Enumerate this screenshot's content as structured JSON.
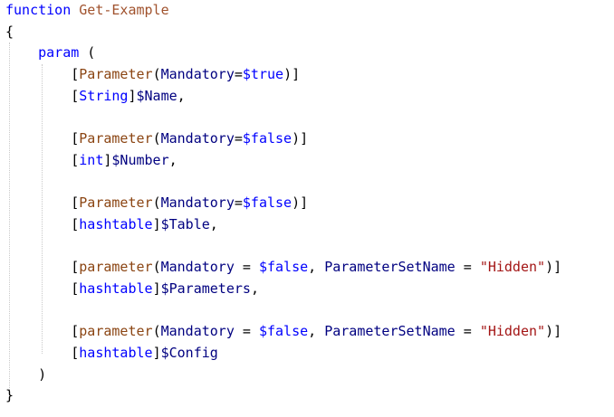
{
  "colors": {
    "keyword": "#0000ff",
    "function_name": "#a0522d",
    "punctuation": "#000000",
    "attribute": "#8b4513",
    "parameter_name": "#000080",
    "variable": "#0000ff",
    "type": "#0000ff",
    "string": "#a31515",
    "identifier": "#000080",
    "indent_guide": "#c9c9c9",
    "background": "#ffffff"
  },
  "code_lines": [
    {
      "indent": "",
      "tokens": [
        {
          "text": "function",
          "kind": "keyword"
        },
        {
          "text": " ",
          "kind": "punctuation"
        },
        {
          "text": "Get-Example",
          "kind": "function_name"
        }
      ]
    },
    {
      "indent": "",
      "tokens": [
        {
          "text": "{",
          "kind": "punctuation"
        }
      ]
    },
    {
      "indent": "    ",
      "tokens": [
        {
          "text": "param",
          "kind": "keyword"
        },
        {
          "text": " (",
          "kind": "punctuation"
        }
      ]
    },
    {
      "indent": "        ",
      "tokens": [
        {
          "text": "[",
          "kind": "punctuation"
        },
        {
          "text": "Parameter",
          "kind": "attribute"
        },
        {
          "text": "(",
          "kind": "punctuation"
        },
        {
          "text": "Mandatory",
          "kind": "parameter_name"
        },
        {
          "text": "=",
          "kind": "punctuation"
        },
        {
          "text": "$true",
          "kind": "variable"
        },
        {
          "text": ")]",
          "kind": "punctuation"
        }
      ]
    },
    {
      "indent": "        ",
      "tokens": [
        {
          "text": "[",
          "kind": "punctuation"
        },
        {
          "text": "String",
          "kind": "type"
        },
        {
          "text": "]",
          "kind": "punctuation"
        },
        {
          "text": "$Name",
          "kind": "identifier"
        },
        {
          "text": ",",
          "kind": "punctuation"
        }
      ]
    },
    {
      "indent": "",
      "tokens": []
    },
    {
      "indent": "        ",
      "tokens": [
        {
          "text": "[",
          "kind": "punctuation"
        },
        {
          "text": "Parameter",
          "kind": "attribute"
        },
        {
          "text": "(",
          "kind": "punctuation"
        },
        {
          "text": "Mandatory",
          "kind": "parameter_name"
        },
        {
          "text": "=",
          "kind": "punctuation"
        },
        {
          "text": "$false",
          "kind": "variable"
        },
        {
          "text": ")]",
          "kind": "punctuation"
        }
      ]
    },
    {
      "indent": "        ",
      "tokens": [
        {
          "text": "[",
          "kind": "punctuation"
        },
        {
          "text": "int",
          "kind": "type"
        },
        {
          "text": "]",
          "kind": "punctuation"
        },
        {
          "text": "$Number",
          "kind": "identifier"
        },
        {
          "text": ",",
          "kind": "punctuation"
        }
      ]
    },
    {
      "indent": "",
      "tokens": []
    },
    {
      "indent": "        ",
      "tokens": [
        {
          "text": "[",
          "kind": "punctuation"
        },
        {
          "text": "Parameter",
          "kind": "attribute"
        },
        {
          "text": "(",
          "kind": "punctuation"
        },
        {
          "text": "Mandatory",
          "kind": "parameter_name"
        },
        {
          "text": "=",
          "kind": "punctuation"
        },
        {
          "text": "$false",
          "kind": "variable"
        },
        {
          "text": ")]",
          "kind": "punctuation"
        }
      ]
    },
    {
      "indent": "        ",
      "tokens": [
        {
          "text": "[",
          "kind": "punctuation"
        },
        {
          "text": "hashtable",
          "kind": "type"
        },
        {
          "text": "]",
          "kind": "punctuation"
        },
        {
          "text": "$Table",
          "kind": "identifier"
        },
        {
          "text": ",",
          "kind": "punctuation"
        }
      ]
    },
    {
      "indent": "",
      "tokens": []
    },
    {
      "indent": "        ",
      "tokens": [
        {
          "text": "[",
          "kind": "punctuation"
        },
        {
          "text": "parameter",
          "kind": "attribute"
        },
        {
          "text": "(",
          "kind": "punctuation"
        },
        {
          "text": "Mandatory",
          "kind": "parameter_name"
        },
        {
          "text": " = ",
          "kind": "punctuation"
        },
        {
          "text": "$false",
          "kind": "variable"
        },
        {
          "text": ", ",
          "kind": "punctuation"
        },
        {
          "text": "ParameterSetName",
          "kind": "parameter_name"
        },
        {
          "text": " = ",
          "kind": "punctuation"
        },
        {
          "text": "\"Hidden\"",
          "kind": "string"
        },
        {
          "text": ")]",
          "kind": "punctuation"
        }
      ]
    },
    {
      "indent": "        ",
      "tokens": [
        {
          "text": "[",
          "kind": "punctuation"
        },
        {
          "text": "hashtable",
          "kind": "type"
        },
        {
          "text": "]",
          "kind": "punctuation"
        },
        {
          "text": "$Parameters",
          "kind": "identifier"
        },
        {
          "text": ",",
          "kind": "punctuation"
        }
      ]
    },
    {
      "indent": "",
      "tokens": []
    },
    {
      "indent": "        ",
      "tokens": [
        {
          "text": "[",
          "kind": "punctuation"
        },
        {
          "text": "parameter",
          "kind": "attribute"
        },
        {
          "text": "(",
          "kind": "punctuation"
        },
        {
          "text": "Mandatory",
          "kind": "parameter_name"
        },
        {
          "text": " = ",
          "kind": "punctuation"
        },
        {
          "text": "$false",
          "kind": "variable"
        },
        {
          "text": ", ",
          "kind": "punctuation"
        },
        {
          "text": "ParameterSetName",
          "kind": "parameter_name"
        },
        {
          "text": " = ",
          "kind": "punctuation"
        },
        {
          "text": "\"Hidden\"",
          "kind": "string"
        },
        {
          "text": ")]",
          "kind": "punctuation"
        }
      ]
    },
    {
      "indent": "        ",
      "tokens": [
        {
          "text": "[",
          "kind": "punctuation"
        },
        {
          "text": "hashtable",
          "kind": "type"
        },
        {
          "text": "]",
          "kind": "punctuation"
        },
        {
          "text": "$Config",
          "kind": "identifier"
        }
      ]
    },
    {
      "indent": "    ",
      "tokens": [
        {
          "text": ")",
          "kind": "punctuation"
        }
      ]
    },
    {
      "indent": "",
      "tokens": [
        {
          "text": "}",
          "kind": "punctuation"
        }
      ]
    }
  ]
}
